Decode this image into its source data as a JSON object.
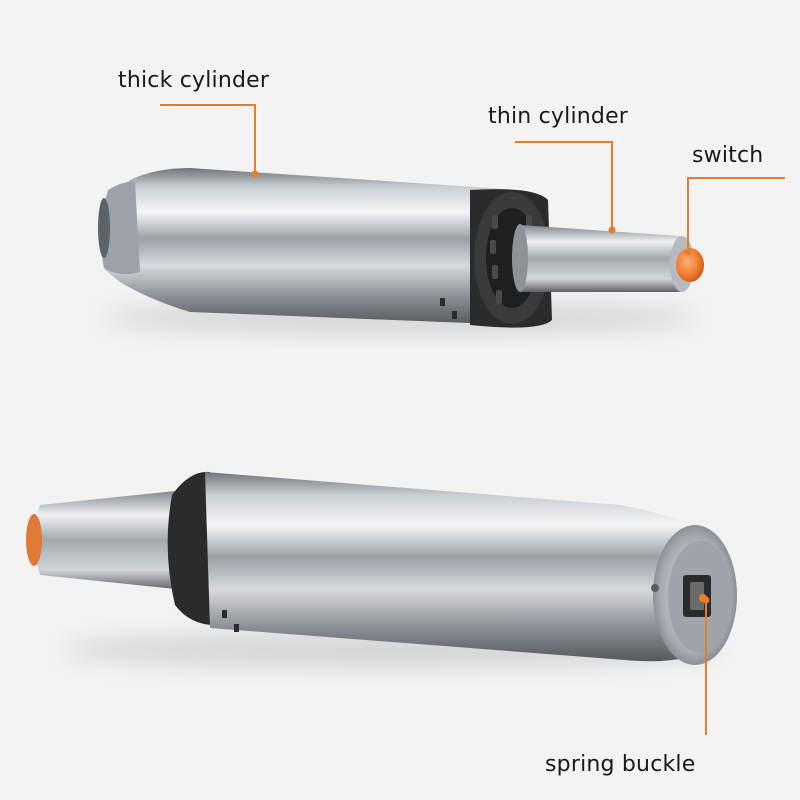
{
  "labels": {
    "thick_cylinder": "thick cylinder",
    "thin_cylinder": "thin cylinder",
    "switch": "switch",
    "spring_buckle": "spring buckle"
  },
  "colors": {
    "background": "#f3f3f3",
    "leader_line": "#e0802c",
    "switch_cap": "#f07a2a",
    "metal": "#b9bec4",
    "black_ring": "#2b2b2b"
  }
}
